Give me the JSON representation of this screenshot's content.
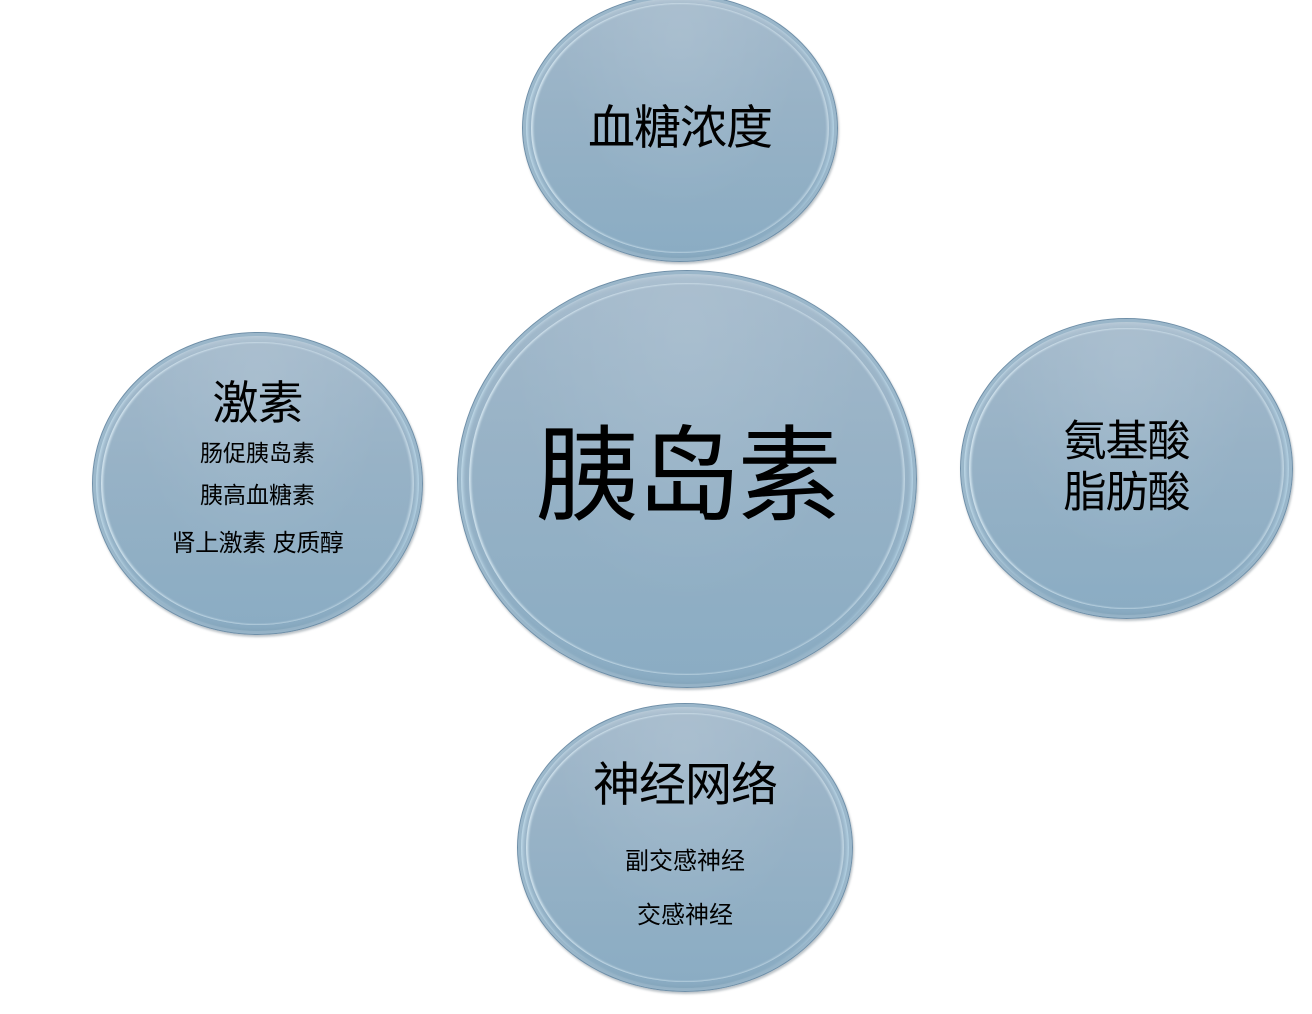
{
  "diagram": {
    "type": "hub-and-spoke bubble diagram",
    "colors": {
      "bubble_fill_top": "#a3b9cb",
      "bubble_fill_bottom": "#8aacc3",
      "bubble_border": "#6f8fa8",
      "bubble_highlight": "#d7f0fc",
      "text": "#000000",
      "background": "#ffffff"
    },
    "center": {
      "title": "胰岛素"
    },
    "top": {
      "title": "血糖浓度"
    },
    "left": {
      "title": "激素",
      "items": [
        "肠促胰岛素",
        "胰高血糖素",
        "肾上激素 皮质醇"
      ]
    },
    "right": {
      "lines": [
        "氨基酸",
        "脂肪酸"
      ]
    },
    "bottom": {
      "title": "神经网络",
      "items": [
        "副交感神经",
        "交感神经"
      ]
    }
  }
}
